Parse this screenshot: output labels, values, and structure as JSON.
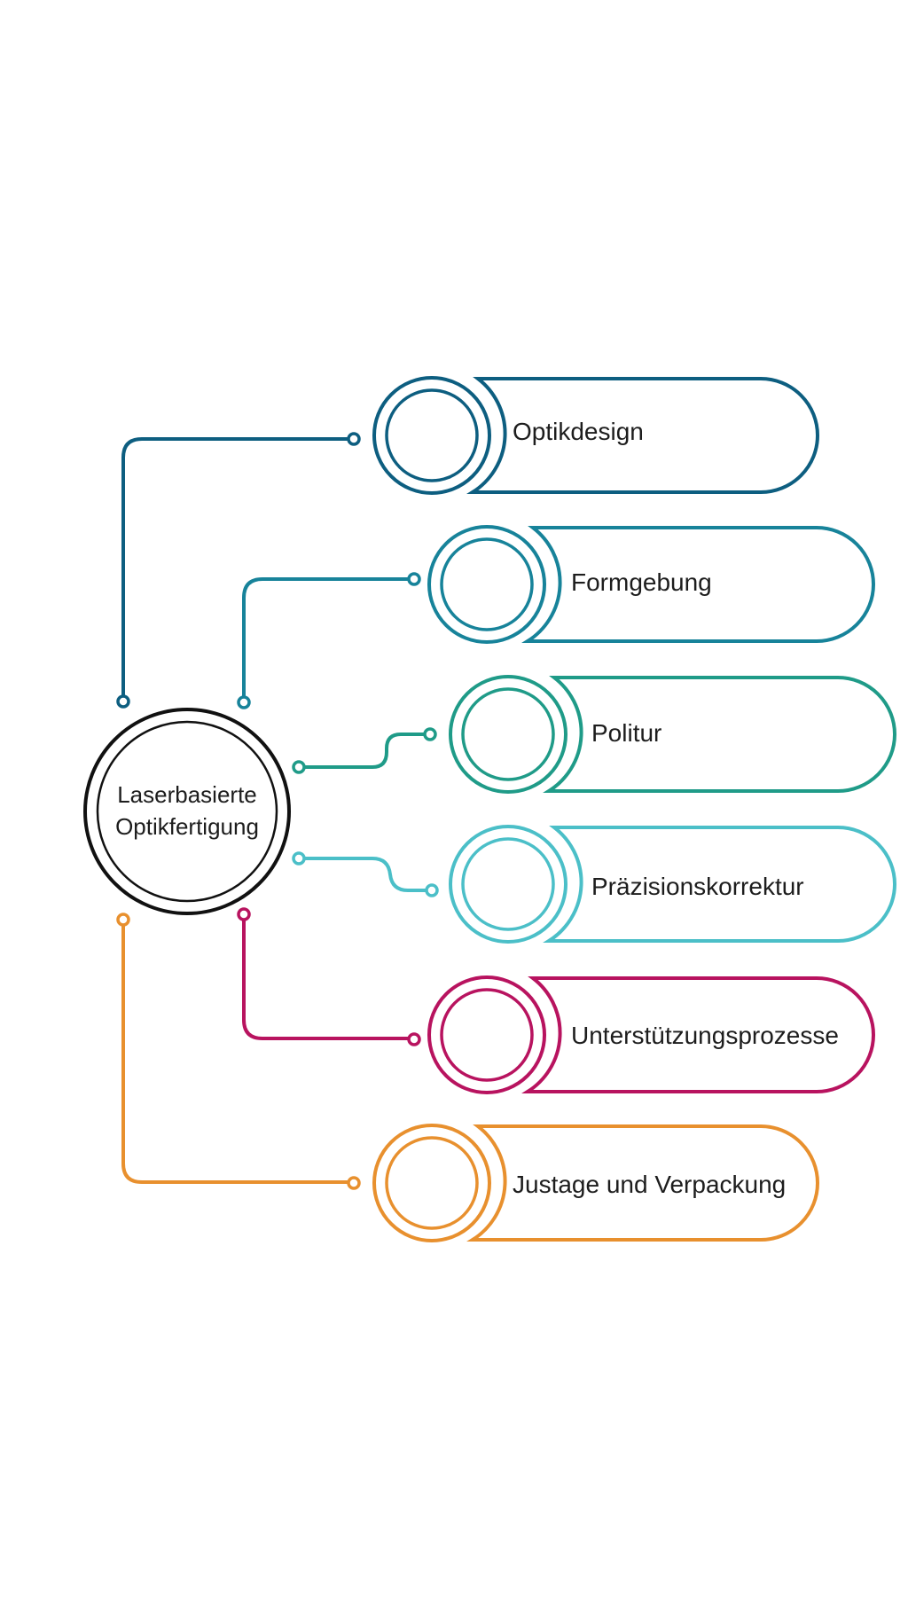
{
  "center": {
    "line1": "Laserbasierte",
    "line2": "Optikfertigung",
    "color": "#111111"
  },
  "branches": [
    {
      "label": "Optikdesign",
      "color": "#0d5e80",
      "icon": "ring-icon"
    },
    {
      "label": "Formgebung",
      "color": "#17839a",
      "icon": "ring-icon"
    },
    {
      "label": "Politur",
      "color": "#1f9b88",
      "icon": "ring-icon"
    },
    {
      "label": "Präzisionskorrektur",
      "color": "#4bbfc8",
      "icon": "ring-icon"
    },
    {
      "label": "Unterstützungsprozesse",
      "color": "#b8135f",
      "icon": "ring-icon"
    },
    {
      "label": "Justage und Verpackung",
      "color": "#e8902e",
      "icon": "ring-icon"
    }
  ]
}
